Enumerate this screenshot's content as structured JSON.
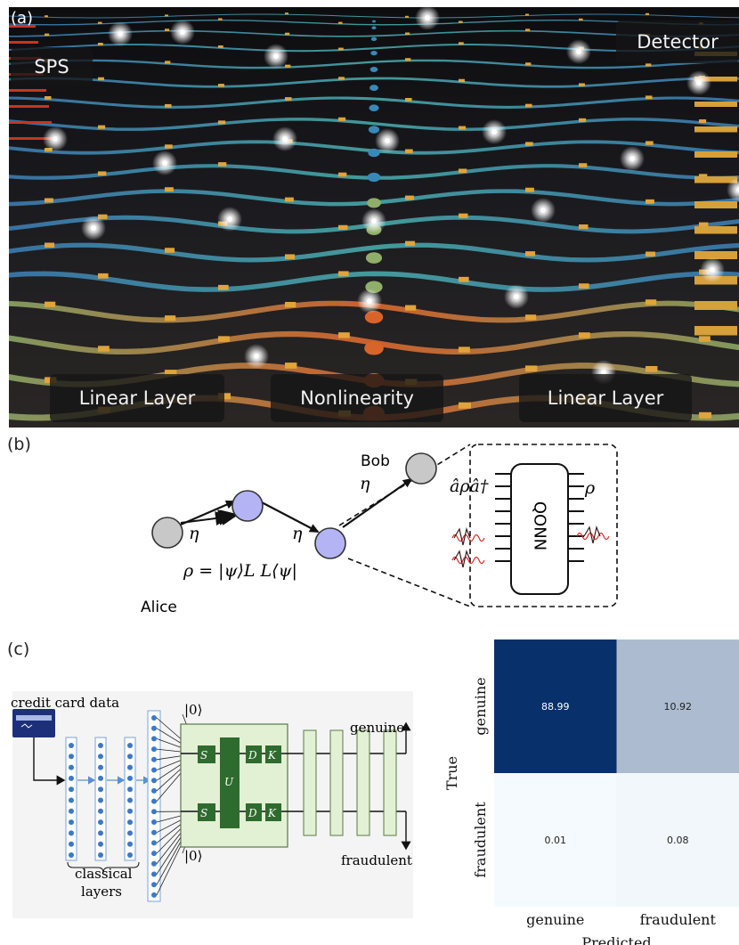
{
  "panel_a": {
    "label": "(a)",
    "tags": {
      "sps": "SPS",
      "detector": "Detector",
      "linear_layer_left": "Linear Layer",
      "nonlinearity": "Nonlinearity",
      "linear_layer_right": "Linear Layer"
    }
  },
  "panel_b": {
    "label": "(b)",
    "alice": "Alice",
    "bob": "Bob",
    "eta": "η",
    "rho_state": "ρ = |ψ⟩L L⟨ψ|",
    "rho_in": "âρâ†",
    "rho_out": "ρ",
    "qonn": "QONN",
    "colors": {
      "node_gray": "#c8c8c8",
      "node_blue": "#b4b4f5",
      "pulse_red": "#e0282a"
    }
  },
  "panel_c": {
    "label": "(c)",
    "credit_card_label": "credit card data",
    "classical_layers": [
      "classical",
      "layers"
    ],
    "ket_top": "|0⟩",
    "ket_bottom": "|0⟩",
    "genuine_out": "genuine",
    "fraudulent_out": "fraudulent",
    "gates": {
      "s": "S",
      "u": "U",
      "d": "D",
      "k": "K"
    },
    "colors": {
      "gate_dark": "#2e6b2e",
      "gate_light": "#e2f0d4",
      "neuron": "#3c78c8"
    }
  },
  "chart_data": {
    "type": "heatmap",
    "xlabel": "Predicted",
    "ylabel": "True",
    "x_categories": [
      "genuine",
      "fraudulent"
    ],
    "y_categories": [
      "genuine",
      "fraudulent"
    ],
    "values": [
      [
        88.99,
        10.92
      ],
      [
        0.01,
        0.08
      ]
    ],
    "cell_labels": [
      [
        "88.99",
        "10.92"
      ],
      [
        "0.01",
        "0.08"
      ]
    ],
    "colormap": "Blues"
  }
}
